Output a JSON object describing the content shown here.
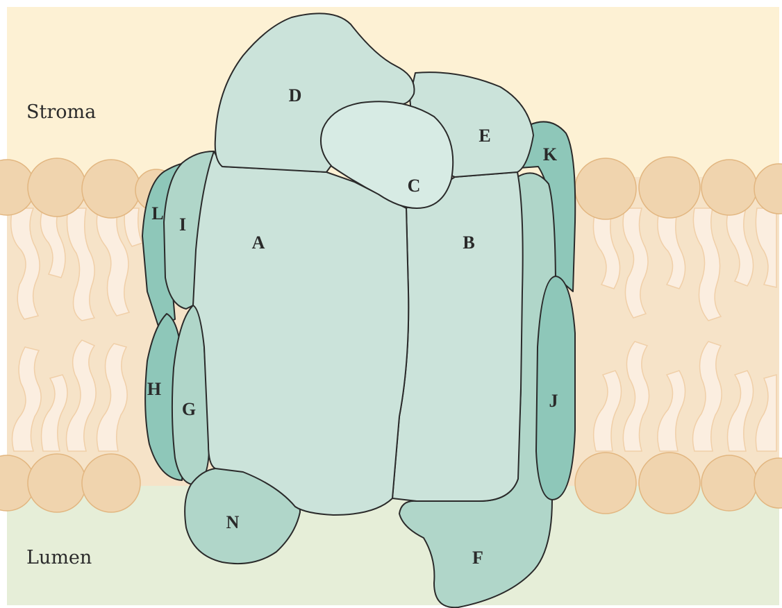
{
  "regions": {
    "stroma": "Stroma",
    "lumen": "Lumen"
  },
  "subunits": {
    "A": "A",
    "B": "B",
    "C": "C",
    "D": "D",
    "E": "E",
    "F": "F",
    "G": "G",
    "H": "H",
    "I": "I",
    "J": "J",
    "K": "K",
    "L": "L",
    "N": "N"
  },
  "colors": {
    "stroma_bg": "#fdf1d4",
    "membrane_bg": "#f6e3c8",
    "lumen_bg": "#e6eed8",
    "lipid_head": "#f0d4ae",
    "lipid_tail": "#fbeee0",
    "subunit_light": "#cbe3da",
    "subunit_lighter": "#d7ebe4",
    "subunit_mid": "#b0d6c9",
    "subunit_dark": "#8ec7b9",
    "outline": "#2a2a2a"
  }
}
